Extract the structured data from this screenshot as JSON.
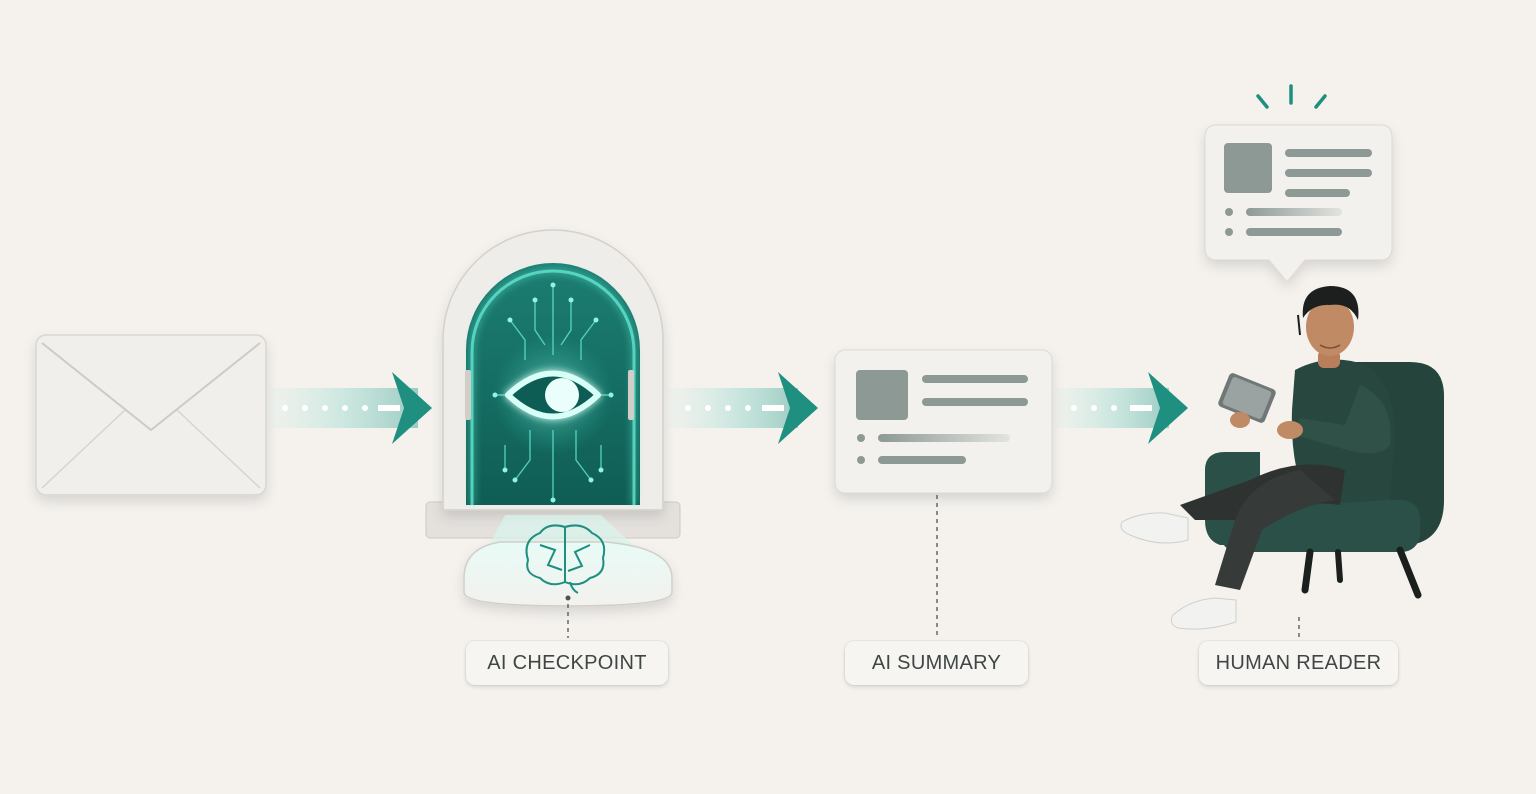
{
  "labels": {
    "checkpoint": "AI CHECKPOINT",
    "summary": "AI SUMMARY",
    "reader": "HUMAN READER"
  },
  "colors": {
    "background": "#f5f2ee",
    "teal": "#1f8f80",
    "teal_glow": "#5fe6cf",
    "card": "#f3f1ee",
    "card_placeholder": "#8c9995",
    "chair": "#24443c",
    "sweater": "#28473e",
    "pants": "#2e3331"
  },
  "icons": [
    "envelope-icon",
    "eye-icon",
    "brain-icon",
    "arrow-right-icon",
    "notification-rays-icon"
  ]
}
